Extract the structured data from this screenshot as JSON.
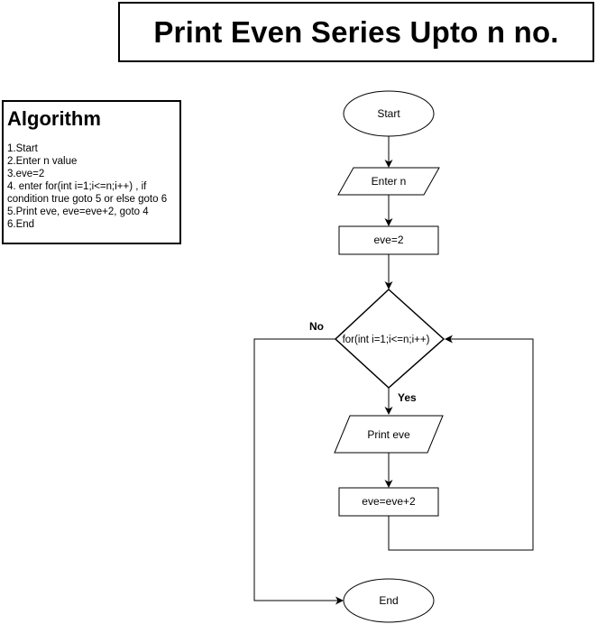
{
  "title": "Print Even Series Upto n no.",
  "algorithm": {
    "heading": "Algorithm",
    "steps": [
      "1.Start",
      "2.Enter n value",
      "3.eve=2",
      "4. enter for(int i=1;i<=n;i++) , if",
      "condition true goto 5 or else goto 6",
      "5.Print eve, eve=eve+2, goto 4",
      "6.End"
    ]
  },
  "flowchart": {
    "start": "Start",
    "input": "Enter n",
    "init": "eve=2",
    "decision": "for(int i=1;i<=n;i++)",
    "yes_label": "Yes",
    "no_label": "No",
    "output": "Print eve",
    "increment": "eve=eve+2",
    "end": "End"
  }
}
